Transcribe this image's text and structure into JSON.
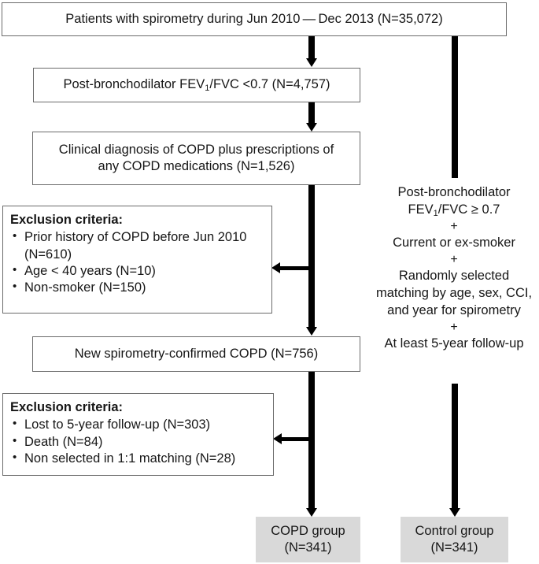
{
  "figure": {
    "type": "flow-diagram",
    "title": "Study population selection flowchart"
  },
  "nodes": {
    "cohort": {
      "text": "Patients with spirometry during Jun 2010 — Dec 2013 (N=35,072)",
      "n": "35,072"
    },
    "postbd": {
      "line_pre": "Post-bronchodilator FEV",
      "sub": "1",
      "line_post": "/FVC <0.7 (N=4,757)",
      "n": "4,757"
    },
    "clinical": {
      "line1": "Clinical diagnosis of COPD plus prescriptions of",
      "line2": "any COPD medications (N=1,526)",
      "n": "1,526"
    },
    "exclusion1": {
      "title": "Exclusion criteria:",
      "items": [
        "Prior history of COPD before Jun 2010 (N=610)",
        "Age < 40 years (N=10)",
        "Non-smoker (N=150)"
      ]
    },
    "newcopd": {
      "text": "New spirometry-confirmed COPD (N=756)",
      "n": "756"
    },
    "exclusion2": {
      "title": "Exclusion criteria:",
      "items": [
        "Lost to 5-year follow-up (N=303)",
        "Death (N=84)",
        "Non selected in 1:1 matching (N=28)"
      ]
    },
    "copd_group": {
      "line1": "COPD group",
      "line2": "(N=341)",
      "n": "341"
    },
    "control_group": {
      "line1": "Control group",
      "line2": "(N=341)",
      "n": "341"
    },
    "control_criteria": {
      "l1": "Post-bronchodilator",
      "l2_pre": "FEV",
      "l2_sub": "1",
      "l2_post": "/FVC ≥ 0.7",
      "plus1": "+",
      "l3": "Current or ex-smoker",
      "plus2": "+",
      "l4": "Randomly selected",
      "l5": "matching by age, sex, CCI,",
      "l6": "and year for spirometry",
      "plus3": "+",
      "l7": "At least 5-year follow-up"
    }
  },
  "colors": {
    "box_border": "#6b6b6b",
    "group_fill": "#d9d9d9",
    "connector": "#000000",
    "text": "#161616"
  }
}
